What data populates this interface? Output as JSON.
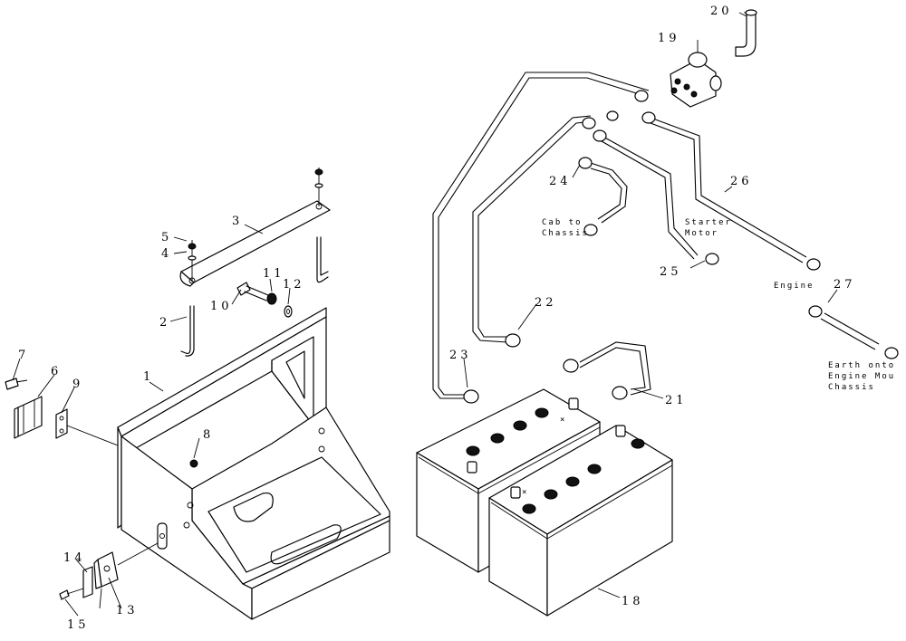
{
  "callouts": [
    {
      "id": "c1",
      "text": "1"
    },
    {
      "id": "c2",
      "text": "2"
    },
    {
      "id": "c3",
      "text": "3"
    },
    {
      "id": "c4",
      "text": "4"
    },
    {
      "id": "c5",
      "text": "5"
    },
    {
      "id": "c6",
      "text": "6"
    },
    {
      "id": "c7",
      "text": "7"
    },
    {
      "id": "c8",
      "text": "8"
    },
    {
      "id": "c9",
      "text": "9"
    },
    {
      "id": "c10",
      "text": "10"
    },
    {
      "id": "c11",
      "text": "11"
    },
    {
      "id": "c12",
      "text": "12"
    },
    {
      "id": "c13",
      "text": "13"
    },
    {
      "id": "c14",
      "text": "14"
    },
    {
      "id": "c15",
      "text": "15"
    },
    {
      "id": "c18",
      "text": "18"
    },
    {
      "id": "c19",
      "text": "19"
    },
    {
      "id": "c20",
      "text": "20"
    },
    {
      "id": "c21",
      "text": "21"
    },
    {
      "id": "c22",
      "text": "22"
    },
    {
      "id": "c23",
      "text": "23"
    },
    {
      "id": "c24",
      "text": "24"
    },
    {
      "id": "c25",
      "text": "25"
    },
    {
      "id": "c26",
      "text": "26"
    },
    {
      "id": "c27",
      "text": "27"
    }
  ],
  "notes": {
    "cab_to_chassis": [
      "Cab to",
      "Chassis"
    ],
    "starter_motor": [
      "Starter",
      "Motor"
    ],
    "engine": "Engine",
    "earth": [
      "Earth onto",
      "Engine Mou",
      "Chassis"
    ]
  },
  "battery_marks": {
    "x1": "×",
    "x2": "×"
  }
}
